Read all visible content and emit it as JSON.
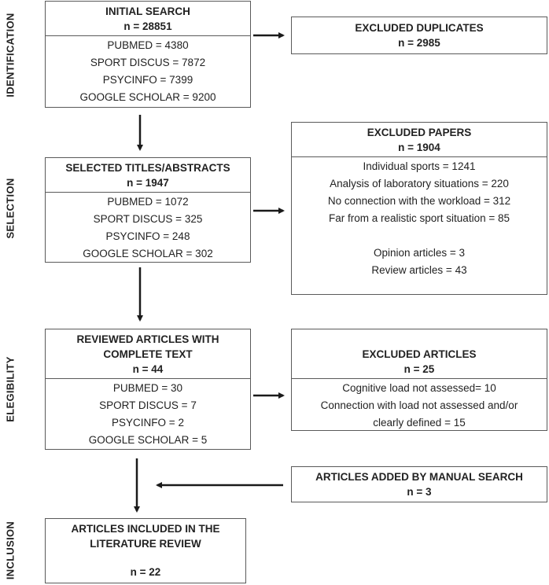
{
  "stages": [
    "IDENTIFICATION",
    "SELECTION",
    "ELEGIBILITY",
    "INCLUSION"
  ],
  "initial_search": {
    "title": "INITIAL SEARCH",
    "n": "n = 28851",
    "sources": [
      "PUBMED = 4380",
      "SPORT DISCUS = 7872",
      "PSYCINFO = 7399",
      "GOOGLE SCHOLAR = 9200"
    ]
  },
  "excluded_duplicates": {
    "title": "EXCLUDED DUPLICATES",
    "n": "n = 2985"
  },
  "selected": {
    "title": "SELECTED TITLES/ABSTRACTS",
    "n": "n = 1947",
    "sources": [
      "PUBMED = 1072",
      "SPORT DISCUS = 325",
      "PSYCINFO = 248",
      "GOOGLE SCHOLAR = 302"
    ]
  },
  "excluded_papers": {
    "title": "EXCLUDED PAPERS",
    "n": "n = 1904",
    "reasons": [
      "Individual sports = 1241",
      "Analysis of laboratory situations = 220",
      "No connection with the workload = 312",
      "Far from a realistic sport situation = 85",
      "Opinion articles = 3",
      "Review articles = 43"
    ]
  },
  "reviewed": {
    "title_line1": "REVIEWED ARTICLES WITH",
    "title_line2": "COMPLETE TEXT",
    "n": "n = 44",
    "sources": [
      "PUBMED = 30",
      "SPORT DISCUS = 7",
      "PSYCINFO = 2",
      "GOOGLE SCHOLAR = 5"
    ]
  },
  "excluded_articles": {
    "title": "EXCLUDED ARTICLES",
    "n": "n = 25",
    "reasons": [
      "Cognitive load not assessed= 10",
      "Connection with load not assessed and/or",
      "clearly defined = 15"
    ]
  },
  "manual_search": {
    "title": "ARTICLES ADDED BY MANUAL SEARCH",
    "n": "n = 3"
  },
  "included": {
    "title_line1": "ARTICLES INCLUDED IN THE",
    "title_line2": "LITERATURE REVIEW",
    "n": "n = 22"
  }
}
